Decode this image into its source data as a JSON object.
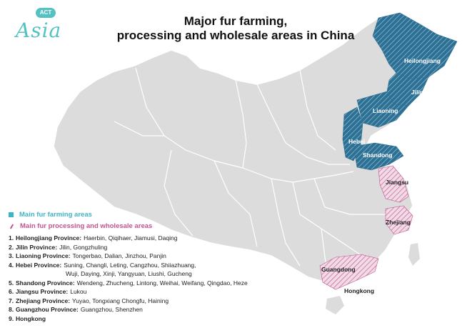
{
  "logo": {
    "top": "ACT",
    "main": "Asia"
  },
  "title": {
    "line1": "Major fur farming,",
    "line2": "processing and wholesale areas in China"
  },
  "legend": {
    "farming": "Main fur farming areas",
    "processing": "Main fur processing and wholesale areas",
    "colors": {
      "farming": "#3fb4c4",
      "processing": "#c5538f"
    }
  },
  "areas": [
    {
      "num": "1.",
      "province": "Heilongjiang Province:",
      "cities": "Haerbin, Qiqihaer, Jiamusi, Daqing"
    },
    {
      "num": "2.",
      "province": "Jilin Province:",
      "cities": "Jilin, Gongzhuling"
    },
    {
      "num": "3.",
      "province": "Liaoning Province:",
      "cities": "Tongerbao, Dalian, Jinzhou, Panjin"
    },
    {
      "num": "4.",
      "province": "Hebei Province:",
      "cities": "Suning, Changli, Leting, Cangzhou, Shiiazhuang,",
      "cont": "Wuji, Daying, Xinji, Yangyuan, Liushi, Gucheng"
    },
    {
      "num": "5.",
      "province": "Shandong Province:",
      "cities": "Wendeng, Zhucheng, Lintong, Weihai, Weifang, Qingdao, Heze"
    },
    {
      "num": "6.",
      "province": "Jiangsu Province:",
      "cities": "Lukou"
    },
    {
      "num": "7.",
      "province": "Zhejiang Province:",
      "cities": "Yuyao, Tongxiang Chongfu, Haining"
    },
    {
      "num": "8.",
      "province": "Guangzhou Province:",
      "cities": "Guangzhou, Shenzhen"
    },
    {
      "num": "9.",
      "province": "Hongkong",
      "cities": ""
    }
  ],
  "map_labels": {
    "heilongjiang": "Heilongjiang",
    "jilin": "Jilin",
    "liaoning": "Liaoning",
    "hebei": "Hebei",
    "shandong": "Shandong",
    "jiangsu": "Jiangsu",
    "zhejiang": "Zhejiang",
    "guangdong": "Guangdong",
    "hongkong": "Hongkong"
  }
}
